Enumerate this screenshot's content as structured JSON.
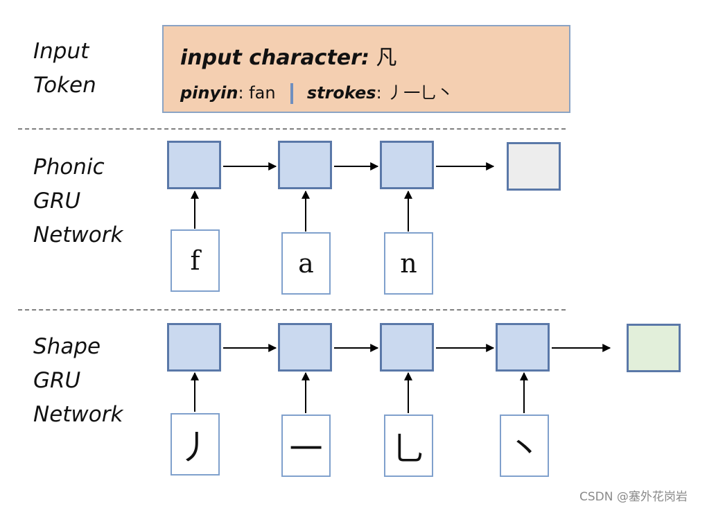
{
  "labels": {
    "input_token": [
      "Input",
      "Token"
    ],
    "phonic": [
      "Phonic",
      "GRU",
      "Network"
    ],
    "shape": [
      "Shape",
      "GRU",
      "Network"
    ]
  },
  "token": {
    "char_key": "input character",
    "char_value": "凡",
    "pinyin_key": "pinyin",
    "pinyin_value": "fan",
    "strokes_key": "strokes",
    "strokes_value": "丿一乚丶"
  },
  "phonic_inputs": [
    "f",
    "a",
    "n"
  ],
  "shape_inputs": [
    "丿",
    "一",
    "乚",
    "丶"
  ],
  "colors": {
    "token_bg": "#f4cfb1",
    "gru_cell": "#cad9ef",
    "gru_border": "#5a78a8",
    "phonic_output": "#ededed",
    "shape_output": "#e2efda"
  },
  "watermark": "CSDN @塞外花岗岩"
}
